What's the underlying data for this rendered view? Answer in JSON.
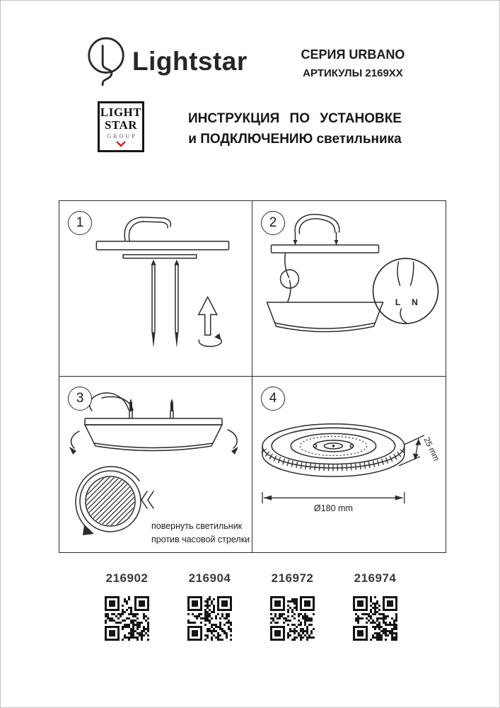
{
  "header": {
    "brand": "Lightstar",
    "series_line1": "СЕРИЯ URBANO",
    "series_line2": "АРТИКУЛЫ 2169XX"
  },
  "logo_group": {
    "line1": "LIGHT",
    "line2": "STAR",
    "line3": "GROUP"
  },
  "title": {
    "line1": "ИНСТРУКЦИЯ ПО УСТАНОВКЕ",
    "line2": "и ПОДКЛЮЧЕНИЮ светильника"
  },
  "steps": {
    "step1": {
      "number": "1"
    },
    "step2": {
      "number": "2",
      "terminal_l": "L",
      "terminal_n": "N"
    },
    "step3": {
      "number": "3",
      "note_line1": "повернуть светильник",
      "note_line2": "против часовой стрелки"
    },
    "step4": {
      "number": "4",
      "dim_diameter": "Ø180 mm",
      "dim_height": "25 mm"
    }
  },
  "products": [
    {
      "article": "216902"
    },
    {
      "article": "216904"
    },
    {
      "article": "216972"
    },
    {
      "article": "216974"
    }
  ],
  "colors": {
    "ink": "#2b2b2b",
    "accent_red": "#cc2127"
  }
}
